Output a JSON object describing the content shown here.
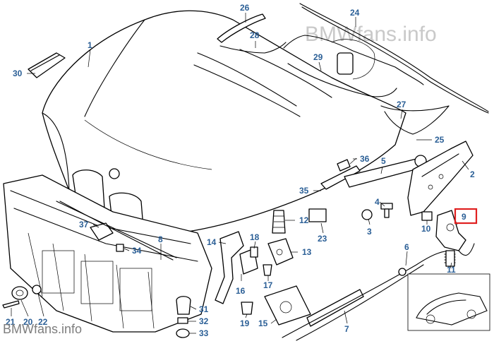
{
  "watermark_top": "BMWfans.info",
  "watermark_bottom": "BMWfans.info",
  "highlight_color": "#e02020",
  "label_color": "#2b5f96",
  "highlighted_part": "9",
  "callouts": {
    "c1": "1",
    "c2": "2",
    "c3": "3",
    "c4": "4",
    "c5": "5",
    "c6": "6",
    "c7": "7",
    "c8": "8",
    "c9": "9",
    "c10": "10",
    "c11": "11",
    "c12": "12",
    "c13": "13",
    "c14": "14",
    "c15": "15",
    "c16": "16",
    "c17": "17",
    "c18": "18",
    "c19": "19",
    "c20": "20",
    "c21": "21",
    "c22": "22",
    "c23": "23",
    "c24": "24",
    "c25": "25",
    "c26": "26",
    "c27": "27",
    "c28": "28",
    "c29": "29",
    "c30": "30",
    "c31": "31",
    "c32": "32",
    "c33": "33",
    "c34": "34",
    "c35": "35",
    "c36": "36",
    "c37": "37"
  }
}
